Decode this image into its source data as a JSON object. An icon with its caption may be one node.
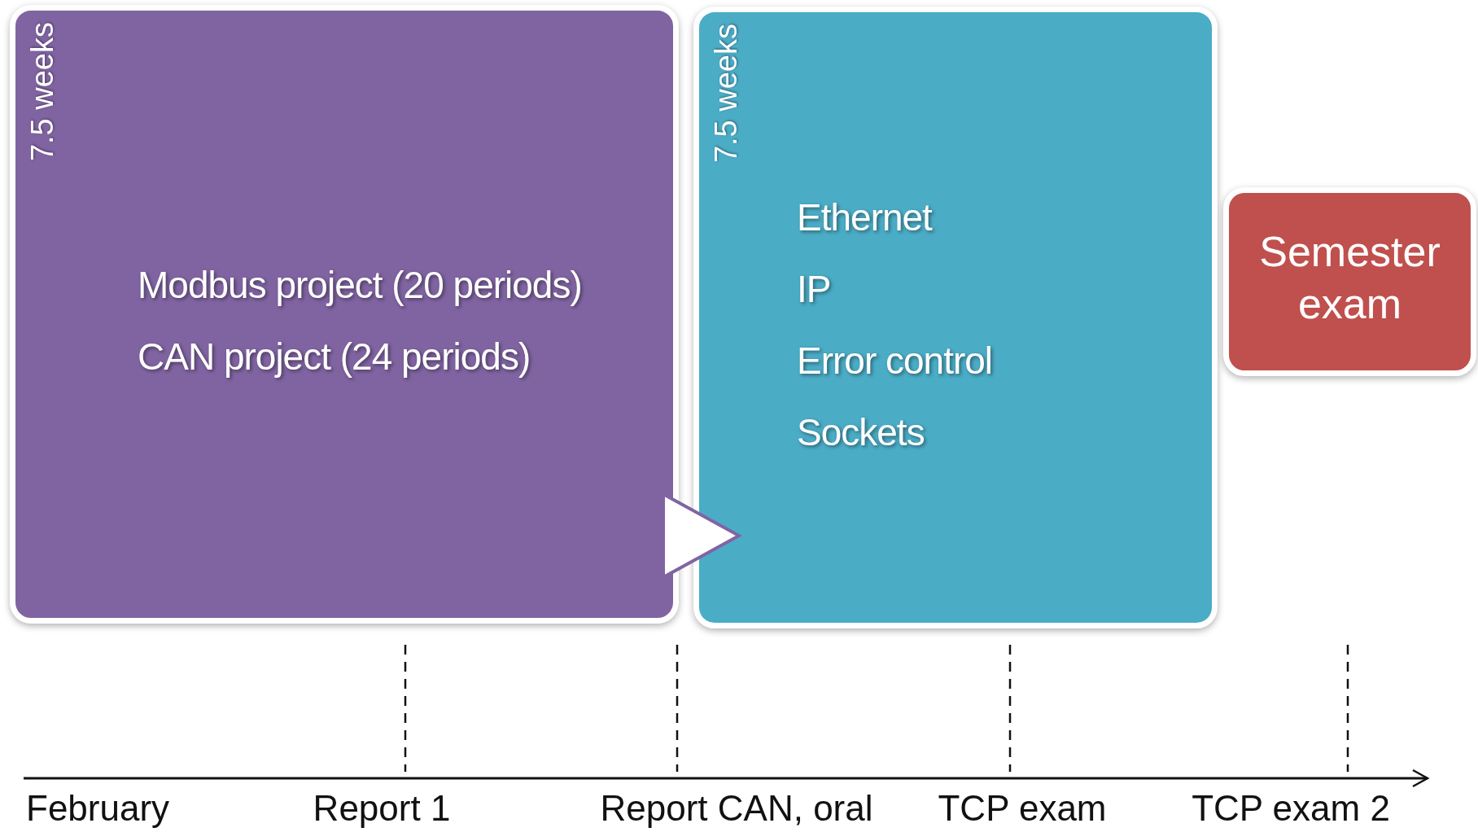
{
  "diagram": {
    "nodes": [
      {
        "text": [
          "7.5 weeks",
          "Modbus project (20 periods)",
          "CAN project (24 periods)"
        ]
      },
      {
        "text": [
          "7.5 weeks",
          "Ethernet",
          "IP",
          "Error control",
          "Sockets"
        ]
      },
      {
        "text": [
          "Semester exam"
        ]
      }
    ],
    "edges": [
      {
        "from": 0,
        "to": 1,
        "arrow": "to"
      }
    ],
    "labels": [
      "February",
      "Report 1",
      "Report CAN, oral",
      "TCP exam",
      "TCP exam 2"
    ]
  }
}
